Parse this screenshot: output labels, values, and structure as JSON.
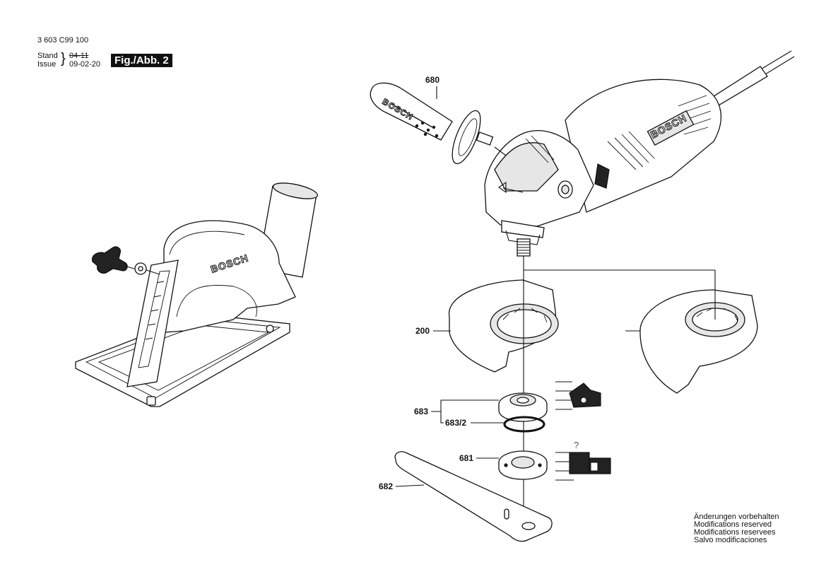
{
  "header": {
    "doc_number": "3 603 C99 100",
    "stand_label": "Stand",
    "issue_label": "Issue",
    "stand_date": "04-11",
    "issue_date": "09-02-20",
    "figure_label": "Fig./Abb. 2"
  },
  "brand": "BOSCH",
  "callouts": {
    "c680": "680",
    "c200": "200",
    "c683": "683",
    "c683_2": "683/2",
    "c681": "681",
    "c682": "682",
    "question": "?"
  },
  "notes": [
    "Änderungen vorbehalten",
    "Modifications reserved",
    "Modifications reservees",
    "Salvo modificaciones"
  ]
}
